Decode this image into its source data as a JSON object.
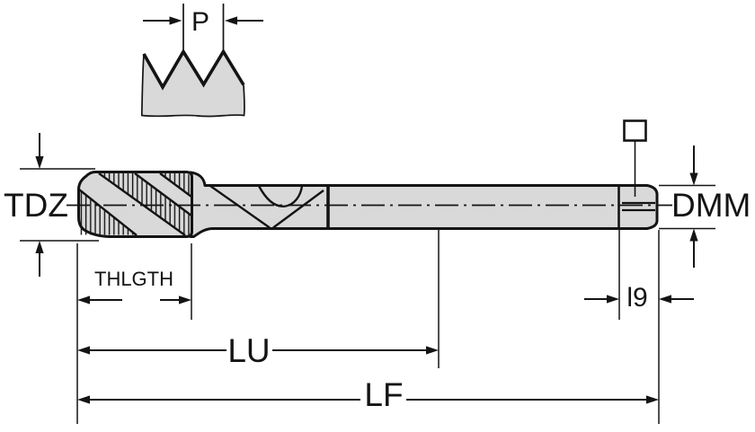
{
  "drawing": {
    "labels": {
      "pitch": "P",
      "thread_diameter": "TDZ",
      "shank_diameter": "DMM",
      "thread_length": "THLGTH",
      "square_length": "l9",
      "usable_length": "LU",
      "overall_length": "LF"
    },
    "colors": {
      "background": "#ffffff",
      "body_fill": "#d9d9d9",
      "line": "#141414"
    }
  }
}
